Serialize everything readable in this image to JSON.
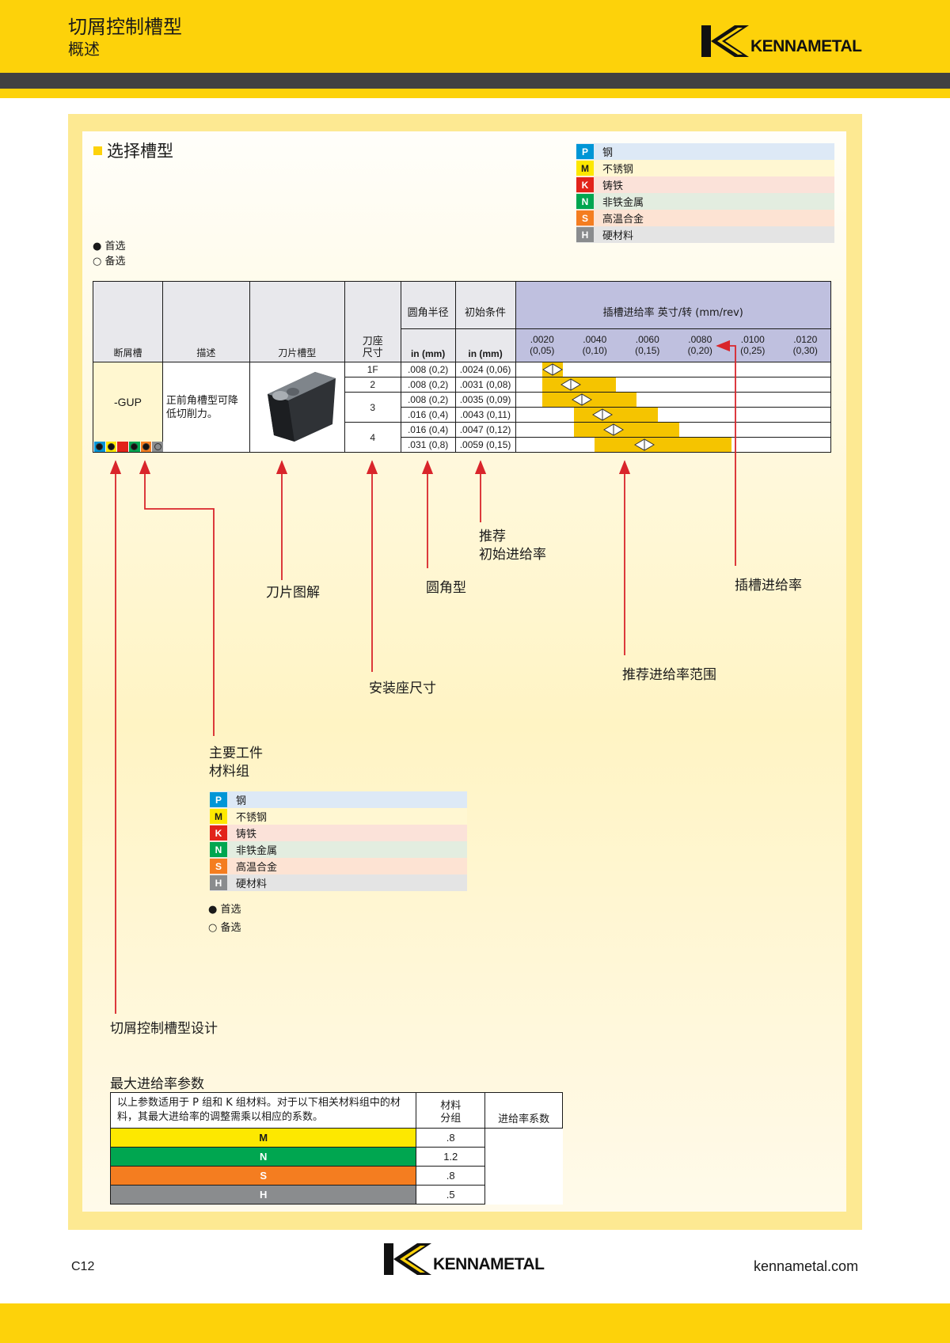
{
  "header": {
    "title": "切屑控制槽型",
    "subtitle": "概述",
    "brand": "KENNAMETAL"
  },
  "section_title": "选择槽型",
  "legend_top": {
    "preferred": "首选",
    "alternate": "备选"
  },
  "materials": [
    {
      "code": "P",
      "name": "钢",
      "color": "#0096d6",
      "bg": "#dde9f6"
    },
    {
      "code": "M",
      "name": "不锈钢",
      "color": "#fde800",
      "bg": "#fff7d2"
    },
    {
      "code": "K",
      "name": "铸铁",
      "color": "#e2231a",
      "bg": "#fbe2d9"
    },
    {
      "code": "N",
      "name": "非铁金属",
      "color": "#00a650",
      "bg": "#e3ede0"
    },
    {
      "code": "S",
      "name": "高温合金",
      "color": "#f47d20",
      "bg": "#fde3d3"
    },
    {
      "code": "H",
      "name": "硬材料",
      "color": "#8a8c8e",
      "bg": "#e4e4e4"
    }
  ],
  "table": {
    "headers": {
      "chipbreaker": "断屑槽",
      "description": "描述",
      "insert": "刀片槽型",
      "seat_line1": "刀座",
      "seat_line2": "尺寸",
      "radius": "圆角半径",
      "radius_unit": "in (mm)",
      "start": "初始条件",
      "start_unit": "in (mm)",
      "feed": "插槽进给率 英寸/转 (mm/rev)"
    },
    "feed_ticks": [
      {
        "in": ".0020",
        "mm": "(0,05)"
      },
      {
        "in": ".0040",
        "mm": "(0,10)"
      },
      {
        "in": ".0060",
        "mm": "(0,15)"
      },
      {
        "in": ".0080",
        "mm": "(0,20)"
      },
      {
        "in": ".0100",
        "mm": "(0,25)"
      },
      {
        "in": ".0120",
        "mm": "(0,30)"
      }
    ],
    "chipbreaker": "-GUP",
    "description": "正前角槽型可降低切削力。",
    "seat_groups": [
      {
        "size": "1F",
        "rows": 1
      },
      {
        "size": "2",
        "rows": 1
      },
      {
        "size": "3",
        "rows": 2
      },
      {
        "size": "4",
        "rows": 2
      }
    ],
    "rows": [
      {
        "radius": ".008 (0,2)",
        "start": ".0024 (0,06)",
        "range_min": 0.002,
        "range_max": 0.0028,
        "marker": 0.0024
      },
      {
        "radius": ".008 (0,2)",
        "start": ".0031 (0,08)",
        "range_min": 0.002,
        "range_max": 0.0048,
        "marker": 0.0031
      },
      {
        "radius": ".008 (0,2)",
        "start": ".0035 (0,09)",
        "range_min": 0.002,
        "range_max": 0.0056,
        "marker": 0.0035
      },
      {
        "radius": ".016 (0,4)",
        "start": ".0043 (0,11)",
        "range_min": 0.0032,
        "range_max": 0.0064,
        "marker": 0.0043
      },
      {
        "radius": ".016 (0,4)",
        "start": ".0047 (0,12)",
        "range_min": 0.0032,
        "range_max": 0.0072,
        "marker": 0.0047
      },
      {
        "radius": ".031 (0,8)",
        "start": ".0059 (0,15)",
        "range_min": 0.004,
        "range_max": 0.0092,
        "marker": 0.0059
      }
    ],
    "material_dots": [
      {
        "code": "P",
        "color": "#0096d6",
        "status": "preferred"
      },
      {
        "code": "M",
        "color": "#fde800",
        "status": "preferred"
      },
      {
        "code": "K",
        "color": "#e2231a",
        "status": "none"
      },
      {
        "code": "N",
        "color": "#00a650",
        "status": "preferred"
      },
      {
        "code": "S",
        "color": "#f47d20",
        "status": "preferred"
      },
      {
        "code": "H",
        "color": "#8a8c8e",
        "status": "alternate"
      }
    ]
  },
  "callouts": {
    "start_feed_line1": "推荐",
    "start_feed_line2": "初始进给率",
    "insert_image": "刀片图解",
    "corner": "圆角型",
    "slot_feed": "插槽进给率",
    "seat": "安装座尺寸",
    "feed_range": "推荐进给率范围",
    "workpiece_line1": "主要工件",
    "workpiece_line2": "材料组",
    "design": "切屑控制槽型设计"
  },
  "max_feed": {
    "title": "最大进给率参数",
    "text": "以上参数适用于 P 组和 K 组材料。对于以下相关材料组中的材料，其最大进给率的调整需乘以相应的系数。",
    "col_group_line1": "材料",
    "col_group_line2": "分组",
    "col_factor": "进给率系数",
    "rows": [
      {
        "code": "M",
        "factor": ".8",
        "color": "#fde800",
        "text_color": "#1a1a1a"
      },
      {
        "code": "N",
        "factor": "1.2",
        "color": "#00a650",
        "text_color": "#ffffff"
      },
      {
        "code": "S",
        "factor": ".8",
        "color": "#f47d20",
        "text_color": "#ffffff"
      },
      {
        "code": "H",
        "factor": ".5",
        "color": "#8a8c8e",
        "text_color": "#ffffff"
      }
    ]
  },
  "footer": {
    "page": "C12",
    "site": "kennametal.com",
    "brand": "KENNAMETAL"
  }
}
